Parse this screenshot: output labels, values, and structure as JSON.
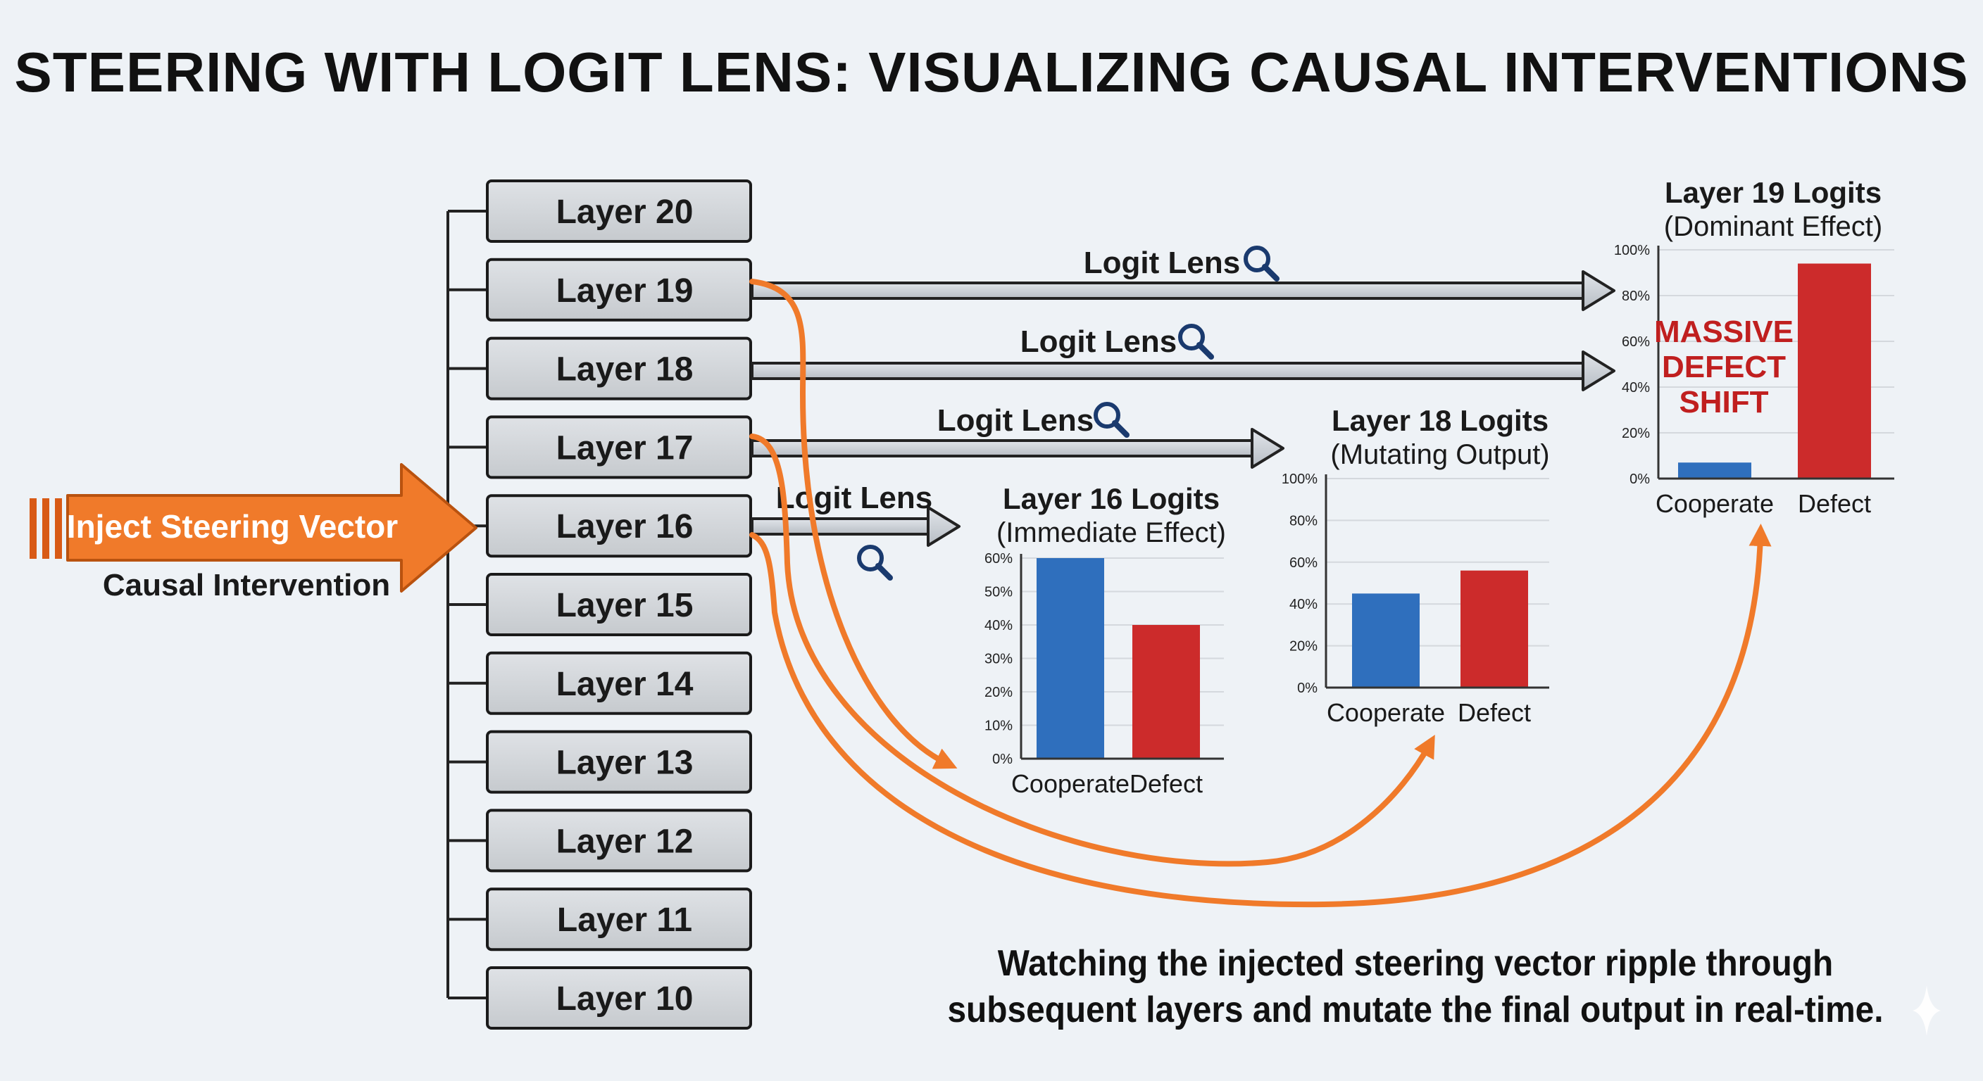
{
  "title": "STEERING WITH LOGIT LENS: VISUALIZING CAUSAL INTERVENTIONS",
  "inject": {
    "label": "Inject Steering Vector",
    "sublabel": "Causal Intervention"
  },
  "layers": [
    "Layer 20",
    "Layer 19",
    "Layer 18",
    "Layer 17",
    "Layer 16",
    "Layer 15",
    "Layer 14",
    "Layer 13",
    "Layer 12",
    "Layer 11",
    "Layer 10"
  ],
  "lens_label": "Logit Lens",
  "annotation": [
    "MASSIVE",
    "DEFECT",
    "SHIFT"
  ],
  "caption": [
    "Watching the injected steering vector ripple through",
    "subsequent layers and mutate the final output in real-time."
  ],
  "colors": {
    "cooperate": "#2f6fbd",
    "defect": "#cc2b2b",
    "inject": "#f07a2a",
    "annotation": "#c01f1f"
  },
  "chart_data": [
    {
      "type": "bar",
      "title": "Layer 16 Logits",
      "subtitle": "(Immediate Effect)",
      "categories": [
        "Cooperate",
        "Defect"
      ],
      "values": [
        60,
        40
      ],
      "ylim": [
        0,
        60
      ],
      "yticks": [
        "0%",
        "10%",
        "20%",
        "30%",
        "40%",
        "50%",
        "60%"
      ]
    },
    {
      "type": "bar",
      "title": "Layer 18 Logits",
      "subtitle": "(Mutating Output)",
      "categories": [
        "Cooperate",
        "Defect"
      ],
      "values": [
        45,
        56
      ],
      "ylim": [
        0,
        100
      ],
      "yticks": [
        "0%",
        "20%",
        "40%",
        "60%",
        "80%",
        "100%"
      ]
    },
    {
      "type": "bar",
      "title": "Layer 19 Logits",
      "subtitle": "(Dominant Effect)",
      "categories": [
        "Cooperate",
        "Defect"
      ],
      "values": [
        7,
        94
      ],
      "ylim": [
        0,
        100
      ],
      "yticks": [
        "0%",
        "20%",
        "40%",
        "60%",
        "80%",
        "100%"
      ]
    }
  ]
}
